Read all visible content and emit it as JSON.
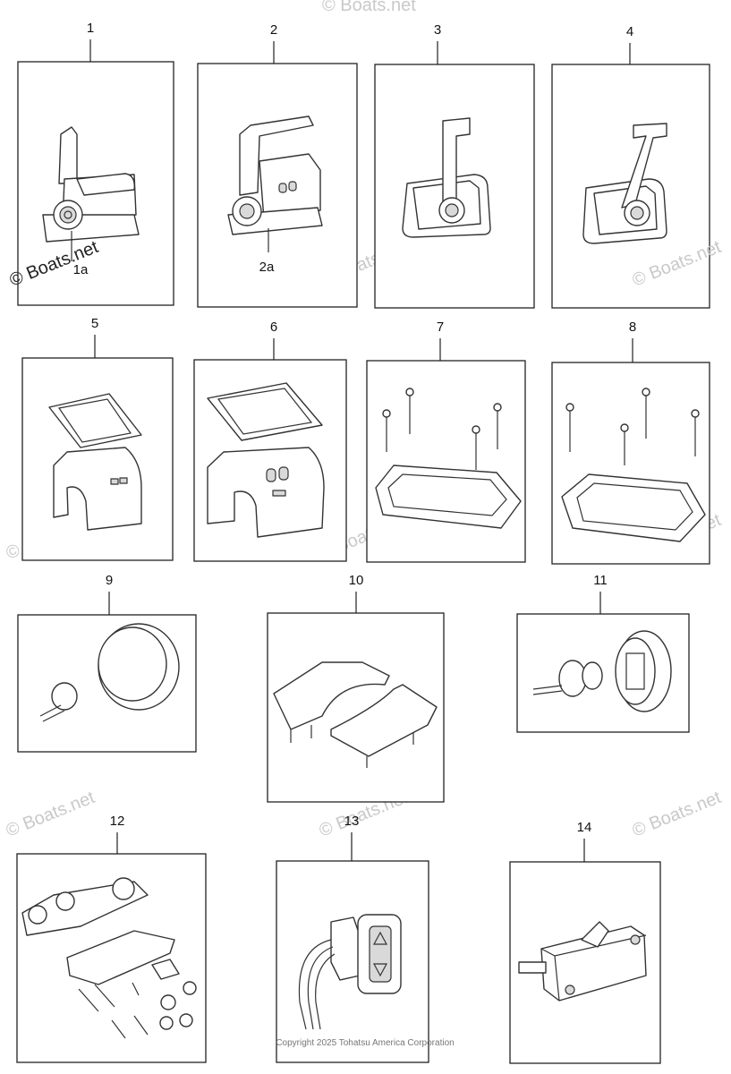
{
  "parts": [
    {
      "number": "1",
      "sub_label": "1a",
      "icon": "single-lever-remote-control-icon"
    },
    {
      "number": "2",
      "sub_label": "2a",
      "icon": "dual-lever-remote-control-icon"
    },
    {
      "number": "3",
      "sub_label": "",
      "icon": "flush-mount-single-lever-icon"
    },
    {
      "number": "4",
      "sub_label": "",
      "icon": "flush-mount-lever-icon"
    },
    {
      "number": "5",
      "sub_label": "",
      "icon": "single-cover-set-icon"
    },
    {
      "number": "6",
      "sub_label": "",
      "icon": "dual-cover-set-icon"
    },
    {
      "number": "7",
      "sub_label": "",
      "icon": "mounting-base-bolts-icon"
    },
    {
      "number": "8",
      "sub_label": "",
      "icon": "wide-mounting-base-bolts-icon"
    },
    {
      "number": "9",
      "sub_label": "",
      "icon": "ring-housing-icon"
    },
    {
      "number": "10",
      "sub_label": "",
      "icon": "split-cover-plate-icon"
    },
    {
      "number": "11",
      "sub_label": "",
      "icon": "knob-housing-icon"
    },
    {
      "number": "12",
      "sub_label": "",
      "icon": "bracket-hardware-kit-icon"
    },
    {
      "number": "13",
      "sub_label": "",
      "icon": "trim-switch-icon"
    },
    {
      "number": "14",
      "sub_label": "",
      "icon": "micro-switch-icon"
    }
  ],
  "watermark": "© Boats.net",
  "copyright": "Copyright 2025 Tohatsu America Corporation"
}
